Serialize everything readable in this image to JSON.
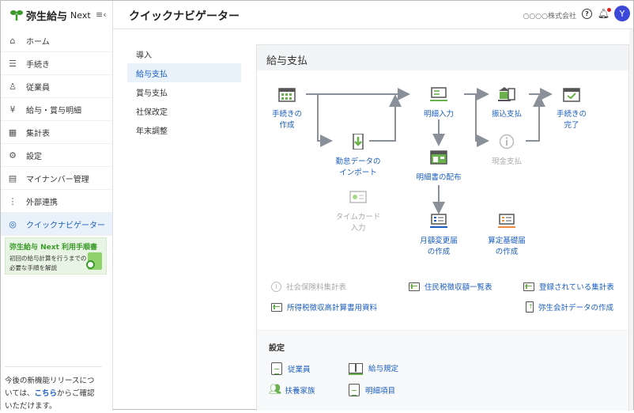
{
  "app": {
    "logo_text": "弥生給与",
    "logo_suffix": "Next"
  },
  "sidebar": {
    "items": [
      {
        "label": "ホーム",
        "icon": "home-icon"
      },
      {
        "label": "手続き",
        "icon": "checklist-icon"
      },
      {
        "label": "従業員",
        "icon": "person-icon"
      },
      {
        "label": "給与・賞与明細",
        "icon": "yen-icon"
      },
      {
        "label": "集計表",
        "icon": "table-icon"
      },
      {
        "label": "設定",
        "icon": "gear-icon"
      },
      {
        "label": "マイナンバー管理",
        "icon": "id-card-icon"
      },
      {
        "label": "外部連携",
        "icon": "connect-icon"
      },
      {
        "label": "クイックナビゲーター",
        "icon": "compass-icon"
      }
    ],
    "banner": {
      "title": "弥生給与 Next 利用手順書",
      "desc1": "初回の給与計算を行うまでの",
      "desc2": "必要な手順を解説"
    },
    "release": {
      "pre": "今後の新機能リリースについては、",
      "link": "こちら",
      "post": "からご確認いただけます。"
    }
  },
  "header": {
    "title": "クイックナビゲーター",
    "company": "○○○○株式会社",
    "avatar": "Y"
  },
  "subnav": [
    "導入",
    "給与支払",
    "賞与支払",
    "社保改定",
    "年末調整"
  ],
  "card": {
    "title": "給与支払",
    "flow": {
      "create": [
        "手続きの",
        "作成"
      ],
      "import": [
        "勤怠データの",
        "インポート"
      ],
      "timecard": [
        "タイムカード",
        "入力"
      ],
      "meisai_input": [
        "明細入力"
      ],
      "meisai_dist": [
        "明細書の配布"
      ],
      "getsugaku": [
        "月額変更届",
        "の作成"
      ],
      "santei": [
        "算定基礎届",
        "の作成"
      ],
      "furikomi": [
        "振込支払"
      ],
      "genkin": [
        "現金支払"
      ],
      "complete": [
        "手続きの",
        "完了"
      ]
    },
    "links": {
      "shakai": "社会保険料集計表",
      "juminzei": "住民税徴収額一覧表",
      "registered": "登録されている集計表",
      "shotokuzei": "所得税徴収高計算書用資料",
      "yayoi_kaikei": "弥生会計データの作成"
    },
    "settings": {
      "title": "設定",
      "items": [
        "従業員",
        "給与規定",
        "扶養家族",
        "明細項目"
      ]
    }
  },
  "colors": {
    "accent": "#1a5dbf",
    "green": "#6ab04c",
    "arrow": "#8a9099"
  }
}
